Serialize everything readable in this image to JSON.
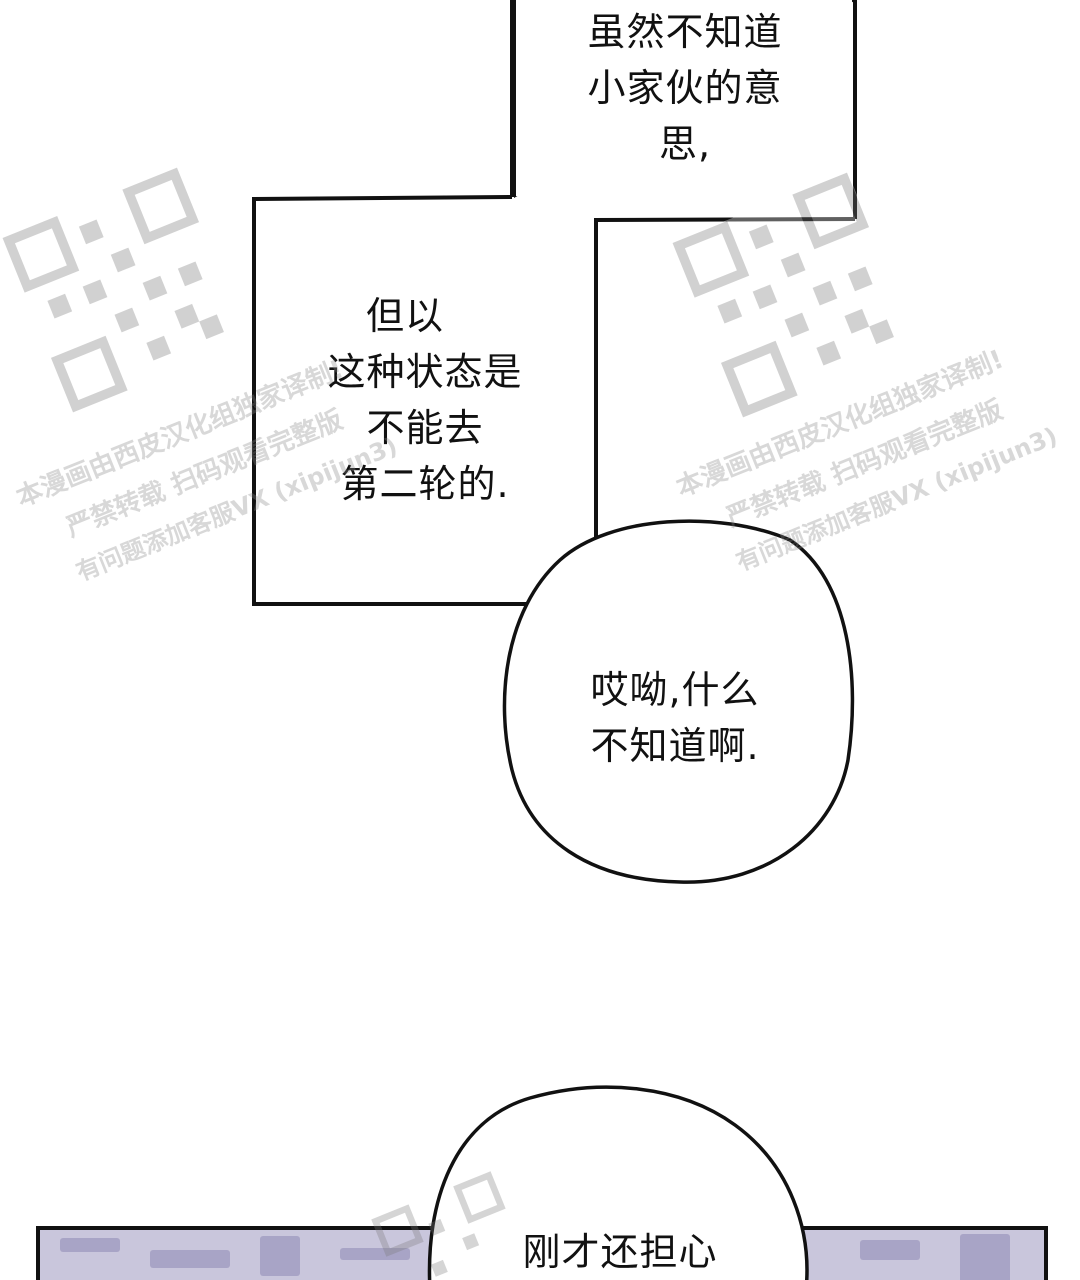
{
  "bubbles": {
    "top_box": [
      "虽然不知道",
      "小家伙的意",
      "思,"
    ],
    "middle_box": [
      "但以",
      "这种状态是",
      "不能去",
      "第二轮的."
    ],
    "round_bubble": [
      "哎呦,什么",
      "不知道啊."
    ],
    "bottom_bubble": [
      "刚才还担心"
    ]
  },
  "watermark": {
    "line1": "本漫画由西皮汉化组独家译制!",
    "line2": "严禁转载 扫码观看完整版",
    "line3": "有问题添加客服VX (xipijun3)"
  }
}
